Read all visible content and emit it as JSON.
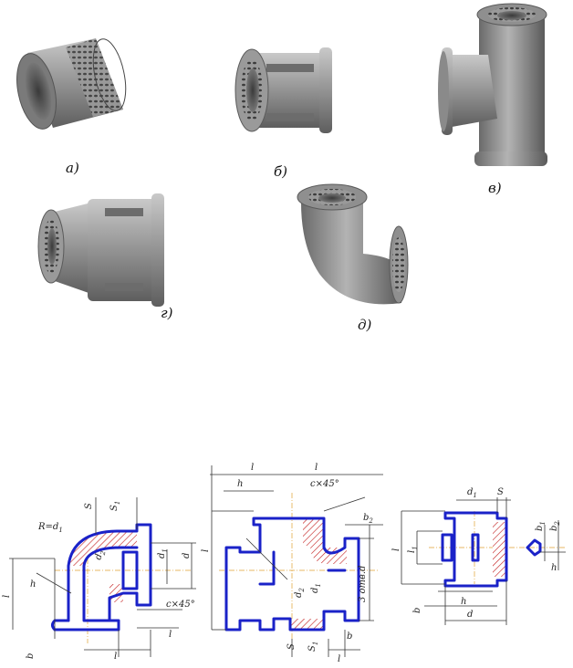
{
  "fittings": [
    {
      "label": "а)"
    },
    {
      "label": "б)"
    },
    {
      "label": "в)"
    },
    {
      "label": "г)"
    },
    {
      "label": "д)"
    }
  ],
  "elbow_dims": {
    "r": "R=d",
    "r_sub": "1",
    "s": "S",
    "s1": "S",
    "s1_sub": "1",
    "d2": "d",
    "d2_sub": "2",
    "d1": "d",
    "d1_sub": "1",
    "d": "d",
    "l": "l",
    "h": "h",
    "b": "b",
    "chamfer": "c×45°"
  },
  "tee_dims": {
    "l_top1": "l",
    "l_top2": "l",
    "h": "h",
    "chamfer": "c×45°",
    "b2": "b",
    "b2_sub": "2",
    "l_side": "l",
    "d2": "d",
    "d2_sub": "2",
    "d1": "d",
    "d1_sub": "1",
    "thread": "3 отв.d",
    "s": "S",
    "s1": "S",
    "s1_sub": "1",
    "b": "b",
    "l_bottom": "l"
  },
  "coupling_dims": {
    "d1": "d",
    "d1_sub": "1",
    "s": "S",
    "l": "l",
    "l1": "l",
    "l1_sub": "1",
    "h": "h",
    "b": "b",
    "d": "d",
    "b1": "b",
    "b1_sub": "1",
    "b2": "b",
    "b2_sub": "2",
    "h_detail": "h"
  },
  "colors": {
    "outline": "#1a22c8",
    "centerline": "#e0a030",
    "body": "#8c8c8c"
  }
}
